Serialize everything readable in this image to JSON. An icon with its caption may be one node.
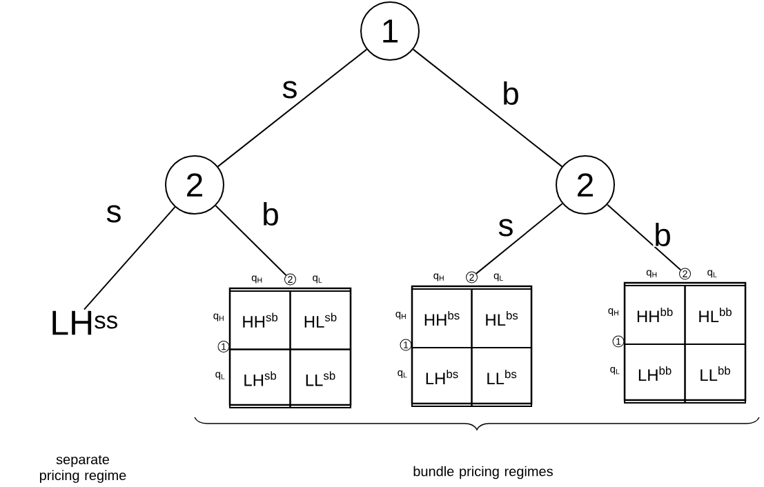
{
  "diagram": {
    "nodes": [
      {
        "text": [
          "1"
        ]
      },
      {
        "text": [
          "2"
        ]
      },
      {
        "text": [
          "2"
        ]
      },
      {
        "text": [
          "LH$^{ss}$"
        ]
      },
      {
        "text": [
          "q$_{H}$",
          "q$_{L}$",
          "q$_{H}$",
          "q$_{L}$"
        ]
      },
      {
        "text": [
          "2"
        ]
      },
      {
        "text": [
          "1"
        ]
      },
      {
        "text": [
          "HH$^{sb}$"
        ],
        "in": 4
      },
      {
        "text": [
          "HL$^{sb}$"
        ],
        "in": 4
      },
      {
        "text": [
          "LH$^{sb}$"
        ],
        "in": 4
      },
      {
        "text": [
          "LL$^{sb}$"
        ],
        "in": 4
      },
      {
        "text": [
          "q$_{H}$",
          "q$_{L}$",
          "q$_{H}$",
          "q$_{L}$"
        ]
      },
      {
        "text": [
          "2"
        ]
      },
      {
        "text": [
          "1"
        ]
      },
      {
        "text": [
          "HH$^{bs}$"
        ],
        "in": 11
      },
      {
        "text": [
          "HL$^{bs}$"
        ],
        "in": 11
      },
      {
        "text": [
          "LH$^{bs}$"
        ],
        "in": 11
      },
      {
        "text": [
          "LL$^{bs}$"
        ],
        "in": 11
      },
      {
        "text": [
          "q$_{H}$",
          "q$_{L}$",
          "q$_{H}$",
          "q$_{L}$"
        ]
      },
      {
        "text": [
          "2"
        ]
      },
      {
        "text": [
          "1"
        ]
      },
      {
        "text": [
          "HH$^{bb}$"
        ],
        "in": 18
      },
      {
        "text": [
          "HL$^{bb}$"
        ],
        "in": 18
      },
      {
        "text": [
          "LH$^{bb}$"
        ],
        "in": 18
      },
      {
        "text": [
          "LL$^{bb}$"
        ],
        "in": 18
      }
    ],
    "edges": [
      {
        "from": 0,
        "to": 1,
        "arrow": "none",
        "label": "s"
      },
      {
        "from": 0,
        "to": 2,
        "arrow": "none",
        "label": "b"
      },
      {
        "from": 1,
        "to": 3,
        "arrow": "none",
        "label": "s"
      },
      {
        "from": 1,
        "to": 5,
        "arrow": "none",
        "label": "b"
      },
      {
        "from": 2,
        "to": 12,
        "arrow": "none",
        "label": "s"
      },
      {
        "from": 2,
        "to": 19,
        "arrow": "none",
        "label": "b"
      }
    ],
    "labels": [
      "separate pricing regime",
      "bundle pricing regimes"
    ]
  }
}
